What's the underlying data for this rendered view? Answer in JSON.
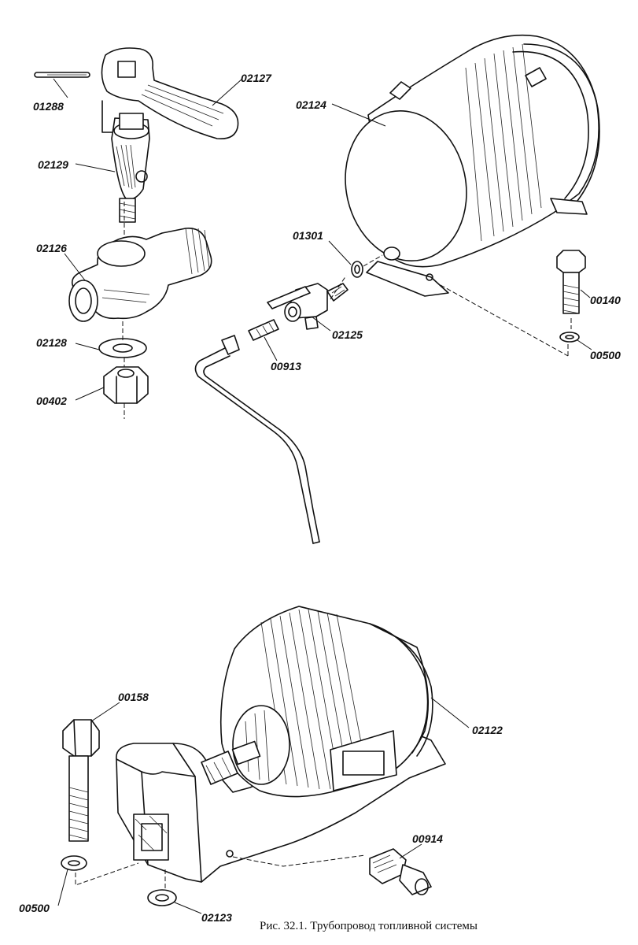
{
  "figure": {
    "caption": "Рис. 32.1. Трубопровод топливной системы",
    "labels": {
      "p01288": "01288",
      "p02127": "02127",
      "p02129": "02129",
      "p02126": "02126",
      "p02128": "02128",
      "p00402": "00402",
      "p02124": "02124",
      "p01301": "01301",
      "p02125": "02125",
      "p00913": "00913",
      "p00140": "00140",
      "p00500_top": "00500",
      "p00158": "00158",
      "p02122": "02122",
      "p00914": "00914",
      "p00500_bottom": "00500",
      "p02123": "02123"
    }
  }
}
